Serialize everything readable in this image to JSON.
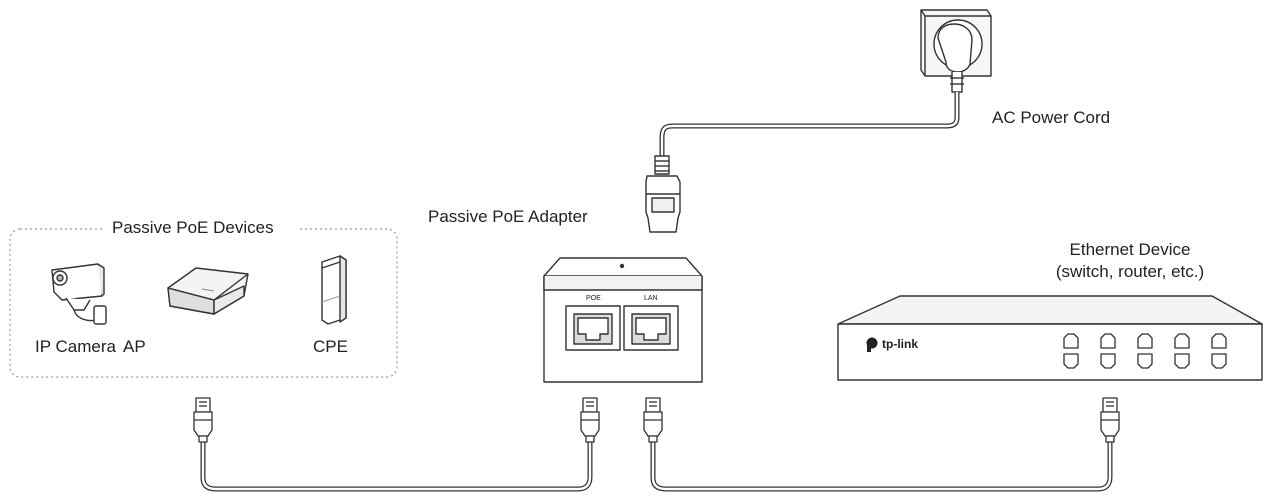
{
  "labels": {
    "passive_poe_devices": "Passive PoE Devices",
    "passive_poe_adapter": "Passive PoE Adapter",
    "ac_power_cord": "AC Power Cord",
    "ethernet_device_line1": "Ethernet Device",
    "ethernet_device_line2": "(switch, router, etc.)",
    "ip_camera": "IP Camera",
    "ap": "AP",
    "cpe": "CPE"
  },
  "adapter": {
    "port_poe": "POE",
    "port_lan": "LAN"
  },
  "switch": {
    "brand": "tp-link"
  },
  "icons": [
    "ip-camera-icon",
    "access-point-icon",
    "cpe-icon",
    "poe-adapter-icon",
    "wall-outlet-icon",
    "switch-icon",
    "rj45-plug-icon",
    "power-plug-icon"
  ]
}
